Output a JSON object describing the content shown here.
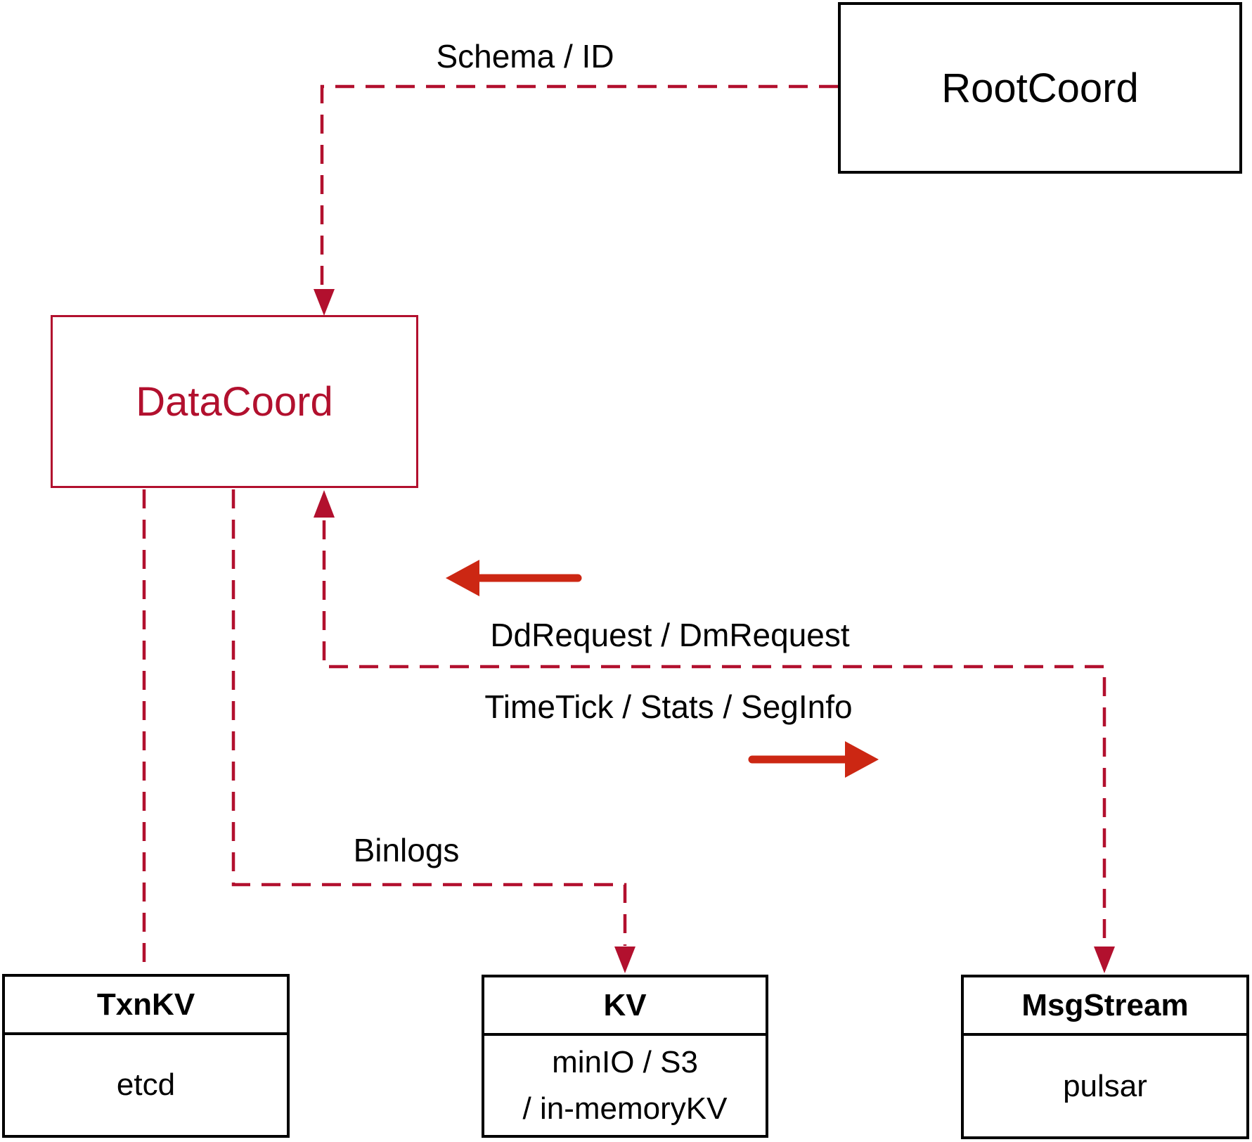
{
  "colors": {
    "crimson": "#b2102e",
    "arrow_red": "#cc2713",
    "black": "#000000",
    "background": "#ffffff"
  },
  "nodes": {
    "root_coord": {
      "label": "RootCoord"
    },
    "data_coord": {
      "label": "DataCoord"
    },
    "txn_kv": {
      "title": "TxnKV",
      "body": "etcd"
    },
    "kv": {
      "title": "KV",
      "body_line1": "minIO / S3",
      "body_line2": "/ in-memoryKV"
    },
    "msg_stream": {
      "title": "MsgStream",
      "body": "pulsar"
    }
  },
  "edges": {
    "schema_id": {
      "label": "Schema / ID"
    },
    "dd_request": {
      "label": "DdRequest / DmRequest"
    },
    "time_tick": {
      "label": "TimeTick / Stats / SegInfo"
    },
    "binlogs": {
      "label": "Binlogs"
    }
  }
}
